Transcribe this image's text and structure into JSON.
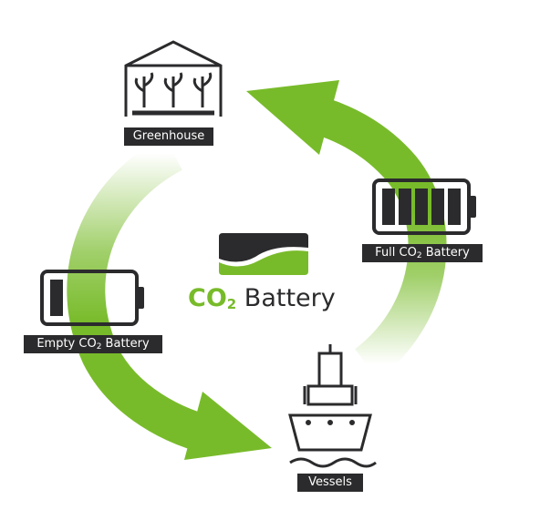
{
  "labels": {
    "greenhouse": "Greenhouse",
    "full_battery": {
      "text": "Full CO",
      "sub": "2",
      "suffix": " Battery"
    },
    "empty_battery": {
      "text": "Empty CO",
      "sub": "2",
      "suffix": " Battery"
    },
    "vessels": "Vessels"
  },
  "brand": {
    "co": "CO",
    "sub": "2",
    "word": " Battery"
  },
  "colors": {
    "green": "#78bb2a",
    "dark": "#2b2b2d"
  },
  "icons": [
    "greenhouse-icon",
    "full-battery-icon",
    "empty-battery-icon",
    "vessel-icon",
    "co2-battery-logo-icon",
    "cycle-arrow-icon"
  ]
}
